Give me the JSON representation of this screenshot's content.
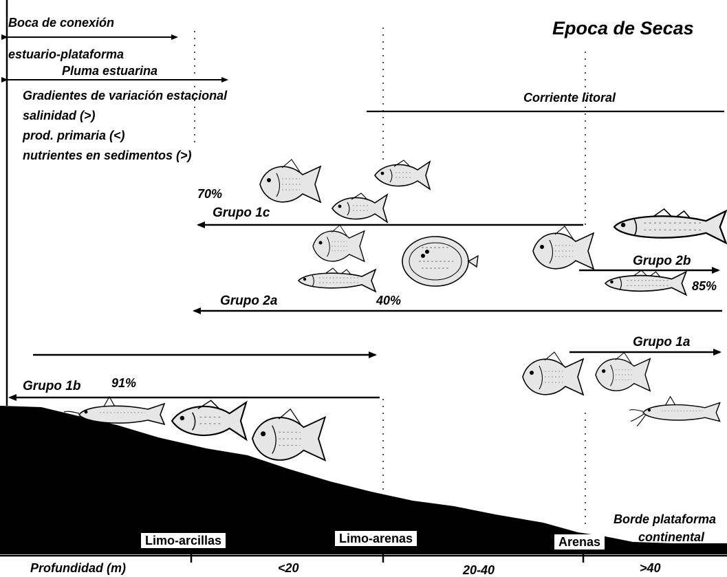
{
  "title": "Epoca de Secas",
  "labels": {
    "boca_line1": "Boca de conexión",
    "boca_line2": "estuario-plataforma",
    "pluma": "Pluma estuarina",
    "gradientes": "Gradientes de variación estacional",
    "salinidad": "salinidad (>)",
    "prod_primaria": "prod. primaria (<)",
    "nutrientes": "nutrientes en sedimentos (>)",
    "corriente_litoral": "Corriente litoral",
    "borde_line1": "Borde plataforma",
    "borde_line2": "continental"
  },
  "groups": {
    "g1c": {
      "name": "Grupo 1c",
      "percent": "70%"
    },
    "g2a": {
      "name": "Grupo 2a",
      "percent": "40%"
    },
    "g2b": {
      "name": "Grupo 2b",
      "percent": "85%"
    },
    "g1a": {
      "name": "Grupo 1a"
    },
    "g1b": {
      "name": "Grupo 1b",
      "percent": "91%"
    }
  },
  "sediments": [
    "Limo-arcillas",
    "Limo-arenas",
    "Arenas"
  ],
  "depth": {
    "axis_label": "Profundidad (m)",
    "zones": [
      "<20",
      "20-40",
      ">40"
    ]
  },
  "colors": {
    "ink": "#000000",
    "paper": "#ffffff",
    "fish_fill": "#e6e6e6"
  }
}
